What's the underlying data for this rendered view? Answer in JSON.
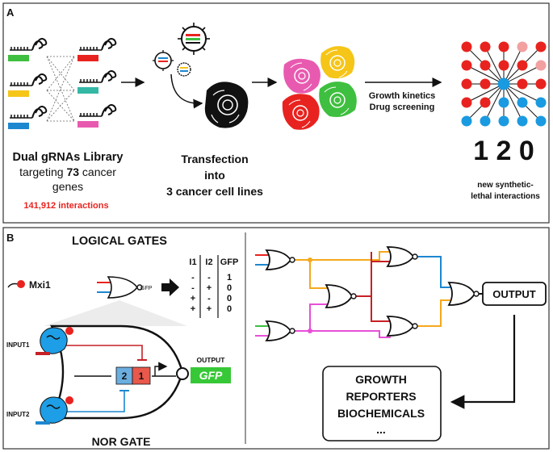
{
  "panel_a": {
    "label": "A",
    "library_line1": "Dual gRNAs Library",
    "library_line2_pre": "targeting ",
    "library_line2_num": "73",
    "library_line2_post": " cancer",
    "library_line3": "genes",
    "interactions": "141,912 interactions",
    "transfection_line1": "Transfection",
    "transfection_line2": "into",
    "transfection_line3": "3 cancer cell lines",
    "arrow_label_line1": "Growth kinetics",
    "arrow_label_line2": "Drug screening",
    "big_number": "1 2 0",
    "new_line1": "new synthetic-",
    "new_line2": "lethal interactions"
  },
  "panel_b": {
    "label": "B",
    "logical_gates_title": "LOGICAL GATES",
    "mxi1_label": "Mxi1",
    "gfp_small": "GFP",
    "truth_table": {
      "headers": [
        "I1",
        "I2",
        "GFP"
      ],
      "rows": [
        [
          "-",
          "-",
          "1"
        ],
        [
          "-",
          "+",
          "0"
        ],
        [
          "+",
          "-",
          "0"
        ],
        [
          "+",
          "+",
          "0"
        ]
      ]
    },
    "input1_label": "INPUT1",
    "input2_label": "INPUT2",
    "box2_label": "2",
    "box1_label": "1",
    "output_small_label": "OUTPUT",
    "gfp_output": "GFP",
    "nor_gate_label": "NOR GATE",
    "output_box_label": "OUTPUT",
    "readout_line1": "GROWTH",
    "readout_line2": "REPORTERS",
    "readout_line3": "BIOCHEMICALS",
    "readout_line4": "..."
  },
  "colors": {
    "red": "#e8231f",
    "pink_light": "#f2a0a0",
    "blue_dot": "#1a9ae0",
    "orange": "#f5a81c",
    "magenta": "#e84fd8",
    "green": "#3fbf3f",
    "blue_wire": "#1d87d0",
    "dark_red": "#c62026",
    "gfp_green": "#37c837"
  }
}
